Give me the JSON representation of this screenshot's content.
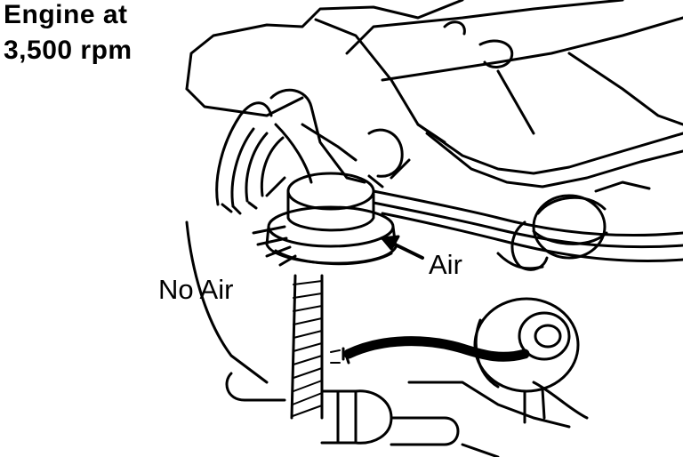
{
  "heading": {
    "line1": "Engine at",
    "line2": "3,500 rpm"
  },
  "callouts": {
    "no_air": "No Air",
    "air": "Air"
  }
}
